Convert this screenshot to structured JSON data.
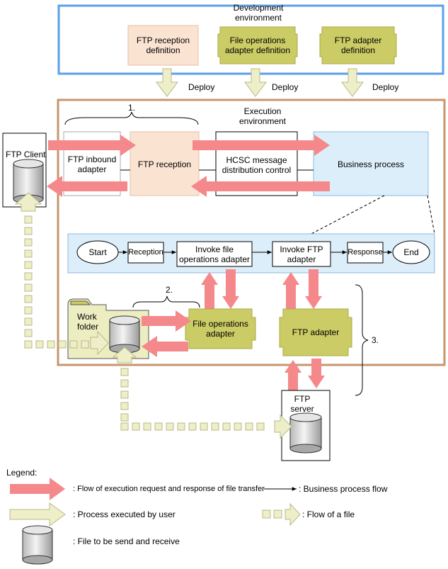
{
  "dev_env": {
    "title_line1": "Development",
    "title_line2": "environment"
  },
  "definitions": [
    {
      "line1": "FTP reception",
      "line2": "definition"
    },
    {
      "line1": "File operations",
      "line2": "adapter definition"
    },
    {
      "line1": "FTP adapter",
      "line2": "definition"
    }
  ],
  "deploy_label": "Deploy",
  "exec_env": {
    "title_line1": "Execution",
    "title_line2": "environment"
  },
  "callout_1": "1.",
  "callout_2": "2.",
  "callout_3": "3.",
  "ftp_client": {
    "label": "FTP Client"
  },
  "ftp_inbound": {
    "line1": "FTP inbound",
    "line2": "adapter"
  },
  "ftp_reception": "FTP reception",
  "hcsc": {
    "line1": "HCSC message",
    "line2": "distribution control"
  },
  "business_process": "Business process",
  "flow": {
    "start": "Start",
    "reception": "Reception",
    "invoke_file_line1": "Invoke file",
    "invoke_file_line2": "operations adapter",
    "invoke_ftp_line1": "Invoke FTP",
    "invoke_ftp_line2": "adapter",
    "response": "Response",
    "end": "End"
  },
  "work_folder": {
    "line1": "Work",
    "line2": "folder"
  },
  "file_ops_adapter": {
    "line1": "File operations",
    "line2": "adapter"
  },
  "ftp_adapter": "FTP adapter",
  "ftp_server": {
    "line1": "FTP",
    "line2": "server"
  },
  "legend": {
    "title": "Legend:",
    "exec_flow": ": Flow of execution request and response of file transfer",
    "business_flow": ": Business process flow",
    "user_process": ": Process executed by user",
    "file_flow": ": Flow of a file",
    "file": ": File to be send and receive"
  },
  "colors": {
    "dev_border": "#5aa0e8",
    "exec_border": "#c8966e",
    "reception_fill": "#fbe3d2",
    "adapter_fill": "#cccc66",
    "business_fill": "#dceefa",
    "flow_arrow": "#f4888a",
    "user_arrow": "#eeefc8"
  }
}
